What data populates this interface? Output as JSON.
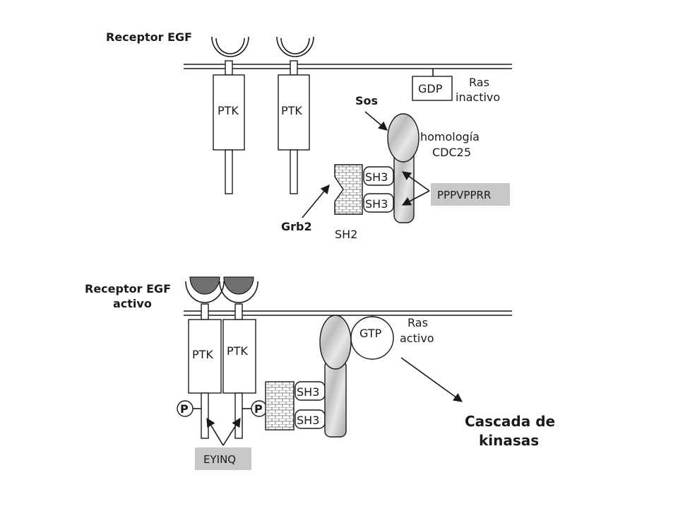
{
  "top": {
    "receptor_label": "Receptor EGF",
    "ptk_left": "PTK",
    "ptk_right": "PTK",
    "gdp": "GDP",
    "ras_line1": "Ras",
    "ras_line2": "inactivo",
    "sos": "Sos",
    "homology_line1": "homología",
    "homology_line2": "CDC25",
    "sh3_upper": "SH3",
    "sh3_lower": "SH3",
    "proline_motif": "PPPVPPRR",
    "grb2": "Grb2",
    "sh2": "SH2"
  },
  "bottom": {
    "receptor_line1": "Receptor EGF",
    "receptor_line2": "activo",
    "ptk_left": "PTK",
    "ptk_right": "PTK",
    "gtp": "GTP",
    "ras_line1": "Ras",
    "ras_line2": "activo",
    "sh3_upper": "SH3",
    "sh3_lower": "SH3",
    "phospho_left": "P",
    "phospho_right": "P",
    "motif": "EYINQ",
    "cascade_line1": "Cascada de",
    "cascade_line2": "kinasas"
  },
  "colors": {
    "ligand": "#707070",
    "marble": "#d9d9d9",
    "label_box": "#c8c8c8",
    "ink": "#1a1a1a"
  }
}
